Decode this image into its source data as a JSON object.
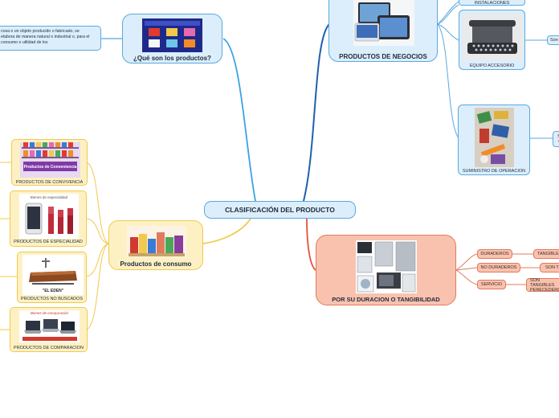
{
  "central": {
    "title": "CLASIFICACIÓN DEL PRODUCTO"
  },
  "que_son": {
    "title": "¿Qué son los productos?",
    "description": "cosa o un objeto producido o fabricado, se elabora de manera natural o industrial o, para el consumo o utilidad de los"
  },
  "negocios": {
    "title": "PRODUCTOS DE NEGOCIOS"
  },
  "instalaciones": {
    "label": "INSTALACIONES"
  },
  "equipo": {
    "label": "EQUIPO ACCESORIO",
    "note": "Son"
  },
  "suministro": {
    "label": "SUMINISTRO DE OPERACION",
    "note": "So m"
  },
  "consumo": {
    "title": "Productos de consumo"
  },
  "conveniencia": {
    "label": "PRODUCTOS DE CONVIVENCIA",
    "sign": "Productos de Conveniencia"
  },
  "especialidad": {
    "label": "PRODUCTOS DE ESPECIALIDAD",
    "caption": "Bienes de especialidad"
  },
  "no_buscados": {
    "label": "PRODUCTOS NO BUSCADOS",
    "caption": "\"EL EDEN\""
  },
  "comparacion": {
    "label": "PRODUCTOS DE COMPARACION",
    "caption": "Bienes de comparación"
  },
  "duracion": {
    "title": "POR SU DURACION O TANGIBILIDAD",
    "items": [
      {
        "label": "DURADEROS",
        "detail": "TANGIBLE"
      },
      {
        "label": "NO DURADEROS",
        "detail": "SON T"
      },
      {
        "label": "SERVICIO",
        "detail": "SON TANGIBLES PERECEDEROS"
      }
    ]
  },
  "colors": {
    "blue": "#5aa8df",
    "yellow": "#f2c94c",
    "salmon": "#e07b5c",
    "navy": "#2f5fa8"
  }
}
